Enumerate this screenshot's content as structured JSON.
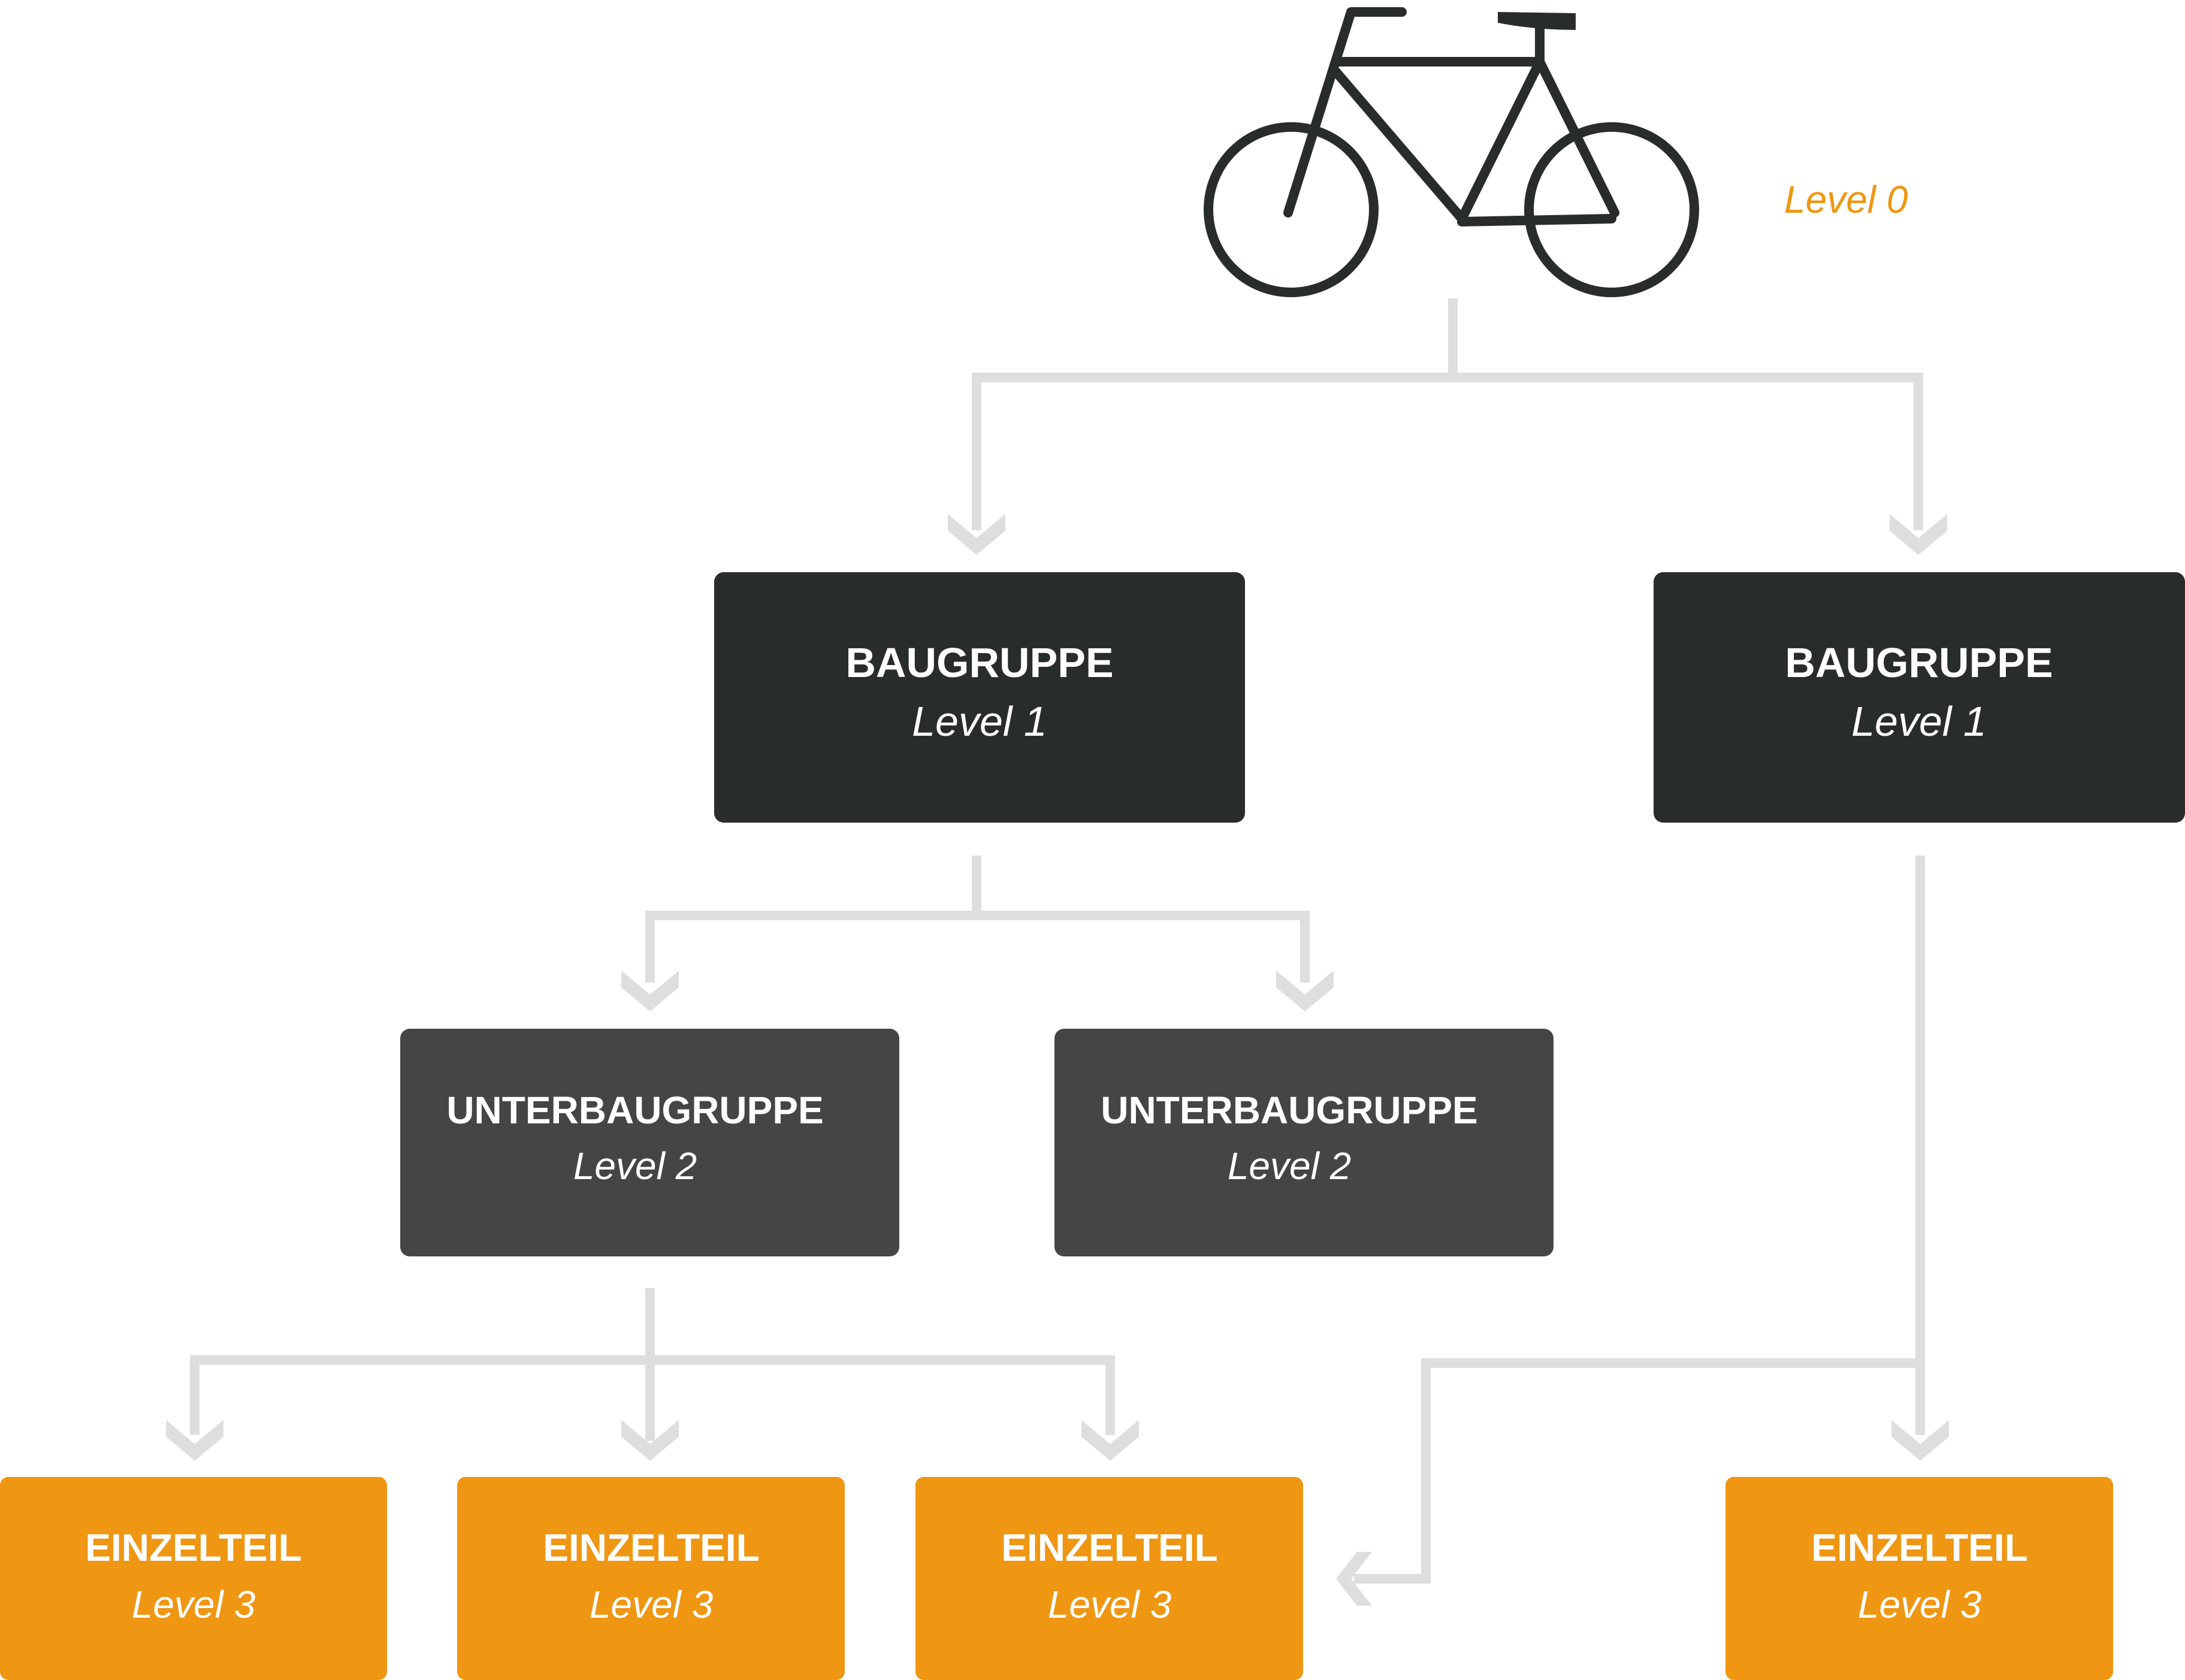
{
  "diagram": {
    "level0": {
      "label": "Level 0"
    },
    "nodes": [
      {
        "title": "BAUGRUPPE",
        "level": "Level 1"
      },
      {
        "title": "BAUGRUPPE",
        "level": "Level 1"
      },
      {
        "title": "UNTERBAUGRUPPE",
        "level": "Level 2"
      },
      {
        "title": "UNTERBAUGRUPPE",
        "level": "Level 2"
      },
      {
        "title": "EINZELTEIL",
        "level": "Level 3"
      },
      {
        "title": "EINZELTEIL",
        "level": "Level 3"
      },
      {
        "title": "EINZELTEIL",
        "level": "Level 3"
      },
      {
        "title": "EINZELTEIL",
        "level": "Level 3"
      }
    ],
    "colors": {
      "level1": "#292d29",
      "level2": "#454545",
      "level3": "#ef9612",
      "connector": "#dedede",
      "accent": "#ef9612",
      "icon": "#292d29"
    },
    "icon": "bicycle-icon"
  }
}
